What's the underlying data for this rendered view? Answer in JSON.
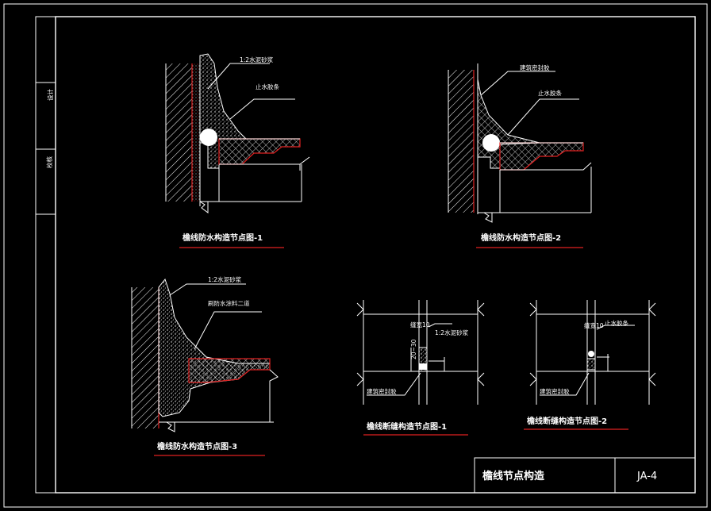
{
  "sheet": {
    "title_block_name": "檐线节点构造",
    "drawing_number": "JA-4",
    "side_label_top": "设计",
    "side_label_bottom": "校核"
  },
  "details": {
    "d1": {
      "caption": "檐线防水构造节点图-1",
      "label_mortar": "1:2水泥砂浆",
      "label_strip": "止水胶条"
    },
    "d2": {
      "caption": "檐线防水构造节点图-2",
      "label_sealant": "建筑密封胶",
      "label_strip": "止水胶条"
    },
    "d3": {
      "caption": "檐线防水构造节点图-3",
      "label_mortar": "1:2水泥砂浆",
      "label_coating": "刷防水涂料二道"
    },
    "d4": {
      "caption": "檐线断缝构造节点图-1",
      "label_gap": "缝宽10",
      "label_mortar": "1:2水泥砂浆",
      "label_depth": "20~30",
      "label_sealant": "建筑密封胶"
    },
    "d5": {
      "caption": "檐线断缝构造节点图-2",
      "label_gap": "缝宽10",
      "label_strip": "止水胶条",
      "label_sealant": "建筑密封胶"
    }
  }
}
